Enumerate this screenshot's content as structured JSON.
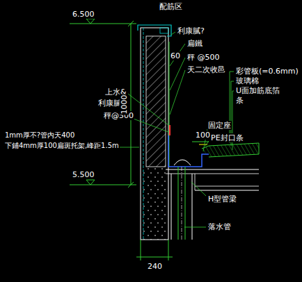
{
  "diagram": {
    "labels": [
      "6.500",
      "配筋区",
      "利康膩?",
      "60",
      "扁鐵",
      "秤 @500",
      "天二次收邑",
      "彩管板(=0.6mm)",
      "玻璃棉",
      "U面加筋底箔",
      "条",
      "上水&",
      "利康膩?",
      "秤@500",
      "1mm厚不?管内天400",
      "下鋪4mm厚100扁斑托架,峰距1.5m",
      "固定座",
      "PE封口条",
      "100",
      "5.500",
      "H型管梁",
      "落水管",
      "240",
      "1000"
    ]
  }
}
